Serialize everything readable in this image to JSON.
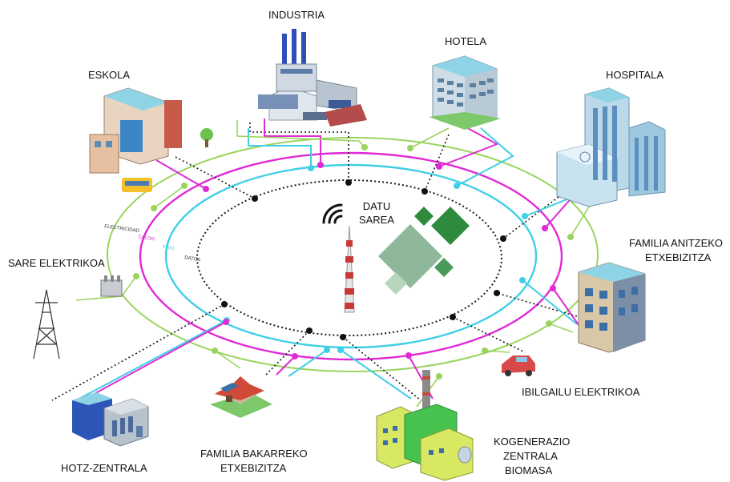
{
  "nodes": {
    "industria": "INDUSTRIA",
    "hotela": "HOTELA",
    "eskola": "ESKOLA",
    "hospitala": "HOSPITALA",
    "familia_anitzeko": [
      "FAMILIA ANITZEKO",
      "ETXEBIZITZA"
    ],
    "sare_elektrikoa": "SARE ELEKTRIKOA",
    "ibilgailu": "IBILGAILU ELEKTRIKOA",
    "kogenerazio": [
      "KOGENERAZIO",
      "ZENTRALA",
      "BIOMASA"
    ],
    "familia_bakarreko": [
      "FAMILIA BAKARREKO",
      "ETXEBIZITZA"
    ],
    "hotz_zentrala": "HOTZ-ZENTRALA"
  },
  "center": {
    "line1": "DATU",
    "line2": "SAREA"
  },
  "rings": {
    "elektrizitatea": "ELECTRICIDAD",
    "calor": "CALOR",
    "frio": "FRIO",
    "datos": "DATOS"
  },
  "colors": {
    "electric": "#9ad45e",
    "heat": "#e02ad6",
    "cold": "#3fcfe6",
    "data": "#1a1a1a",
    "logo": "#2e8b3d"
  }
}
